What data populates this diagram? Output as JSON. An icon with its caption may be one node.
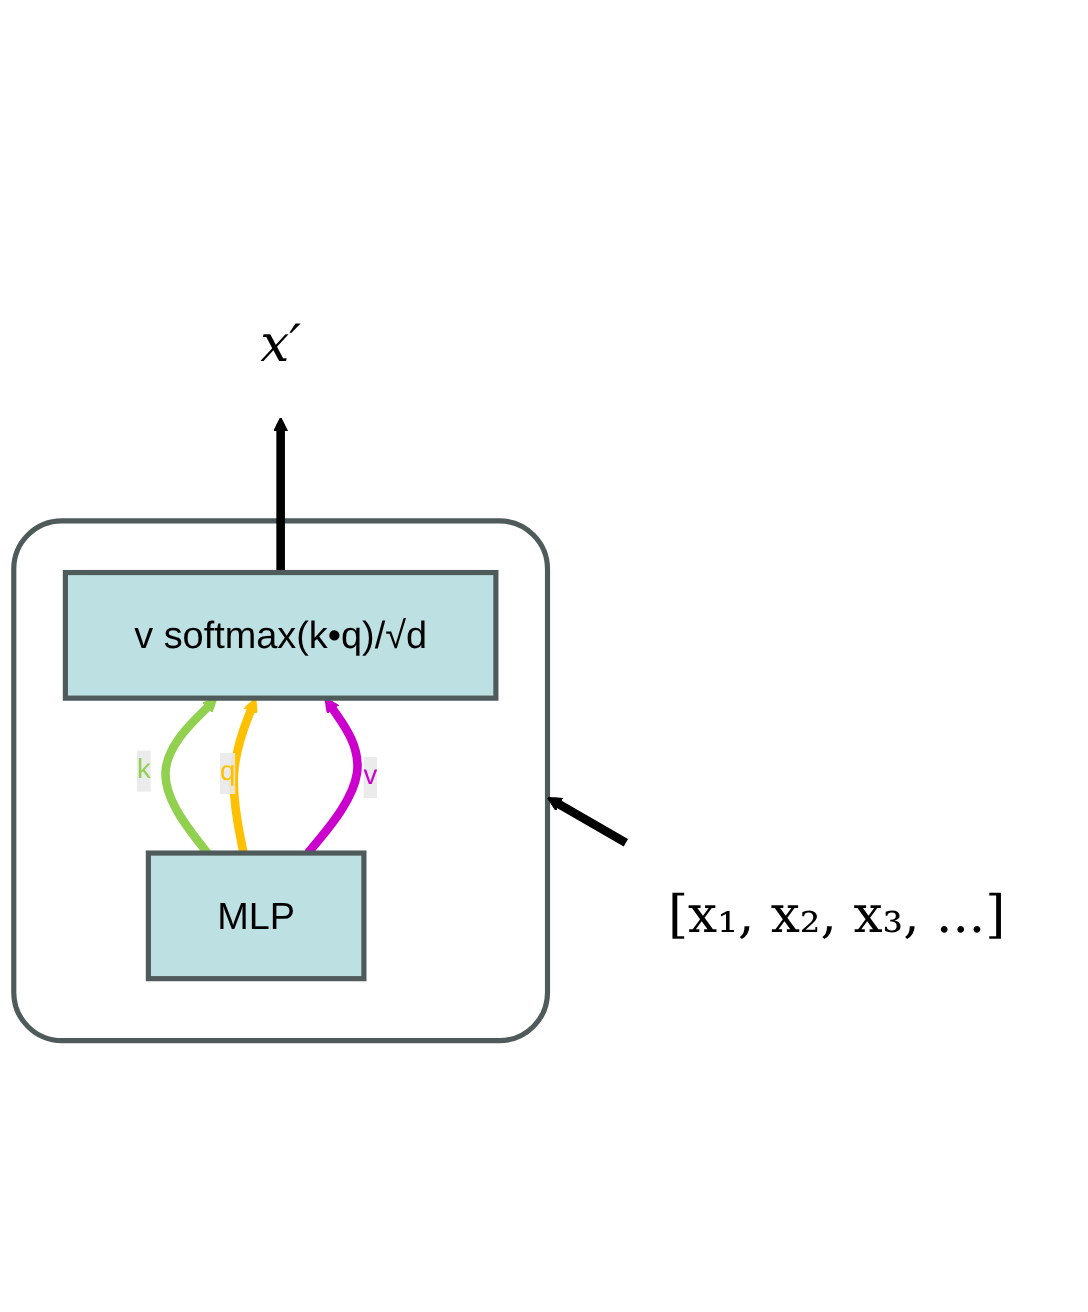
{
  "diagram": {
    "nodes": [
      {
        "text": [],
        "shape": "box"
      },
      {
        "text": [
          "v softmax(k•q)/√d"
        ],
        "in": 0
      },
      {
        "text": [
          "MLP"
        ],
        "in": 0
      },
      {
        "text": [
          "x′"
        ]
      },
      {
        "text": [
          "[x₁, x₂, x₃, ...]"
        ]
      }
    ],
    "edges": [
      {
        "from": 4,
        "to": 0,
        "arrow": "to"
      },
      {
        "from": 2,
        "to": 1,
        "arrow": "to",
        "label": "k",
        "color": "#92d050"
      },
      {
        "from": 2,
        "to": 1,
        "arrow": "to",
        "label": "q",
        "color": "#ffc000"
      },
      {
        "from": 2,
        "to": 1,
        "arrow": "to",
        "label": "v",
        "color": "#cc00cc"
      },
      {
        "from": 1,
        "to": 3,
        "arrow": "to"
      }
    ]
  }
}
